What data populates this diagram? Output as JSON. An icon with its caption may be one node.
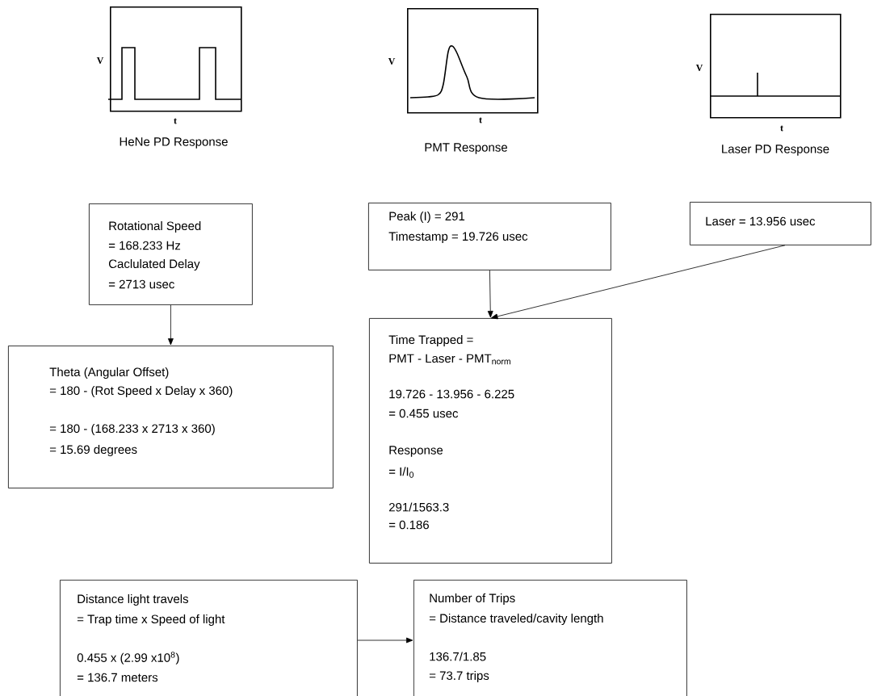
{
  "diagram": {
    "nodes": [
      {
        "text": [],
        "shape": "picture",
        "beside": [
          "V",
          "t",
          "HeNe PD Response"
        ]
      },
      {
        "text": [],
        "shape": "picture",
        "beside": [
          "V",
          "t",
          "PMT Response"
        ]
      },
      {
        "text": [],
        "shape": "picture",
        "beside": [
          "V",
          "t",
          "Laser PD Response"
        ]
      },
      {
        "text": [
          "Rotational Speed",
          "= 168.233 Hz",
          "Caclulated Delay",
          "= 2713 usec"
        ]
      },
      {
        "text": [
          "Peak (I) = 291",
          "Timestamp = 19.726 usec"
        ]
      },
      {
        "text": [
          "Laser = 13.956 usec"
        ]
      },
      {
        "text": [
          "Theta (Angular Offset)",
          "= 180  - (Rot Speed x Delay x 360)",
          "= 180 - (168.233 x 2713 x 360)",
          "= 15.69 degrees"
        ]
      },
      {
        "text": [
          "Time Trapped =",
          "PMT - Laser - PMT$_{norm}$",
          "19.726 - 13.956 - 6.225",
          "= 0.455 usec",
          "Response",
          "= I/I$_{0}$",
          "291/1563.3",
          "= 0.186"
        ]
      },
      {
        "text": [
          "Distance light travels",
          "= Trap time x Speed of light",
          "0.455 x (2.99 x10$^{8}$)",
          "= 136.7 meters"
        ]
      },
      {
        "text": [
          "Number of Trips",
          "= Distance traveled/cavity length",
          "136.7/1.85",
          "= 73.7 trips"
        ]
      }
    ],
    "edges": [
      {
        "from": 3,
        "to": 6,
        "arrow": "to"
      },
      {
        "from": 4,
        "to": 7,
        "arrow": "to"
      },
      {
        "from": 5,
        "to": 7,
        "arrow": "to"
      },
      {
        "from": 8,
        "to": 9,
        "arrow": "to"
      }
    ]
  }
}
